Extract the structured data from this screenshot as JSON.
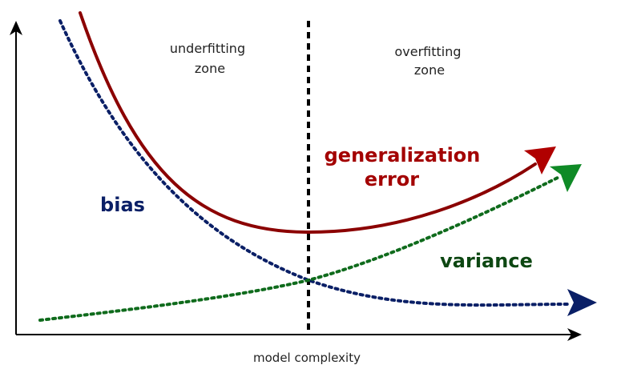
{
  "diagram": {
    "labels": {
      "underfitting_line1": "underfitting",
      "underfitting_line2": "zone",
      "overfitting_line1": "overfitting",
      "overfitting_line2": "zone",
      "generalization_line1": "generalization",
      "generalization_line2": "error",
      "bias": "bias",
      "variance": "variance",
      "x_axis": "model complexity"
    },
    "colors": {
      "axis": "#000000",
      "generalization_error": "#8b0000",
      "generalization_label": "#a30000",
      "bias": "#0a1f66",
      "variance": "#0f6b1c",
      "variance_label": "#0d4712",
      "divider": "#000000"
    },
    "curves": [
      {
        "name": "generalization error",
        "style": "solid",
        "arrow": "right"
      },
      {
        "name": "bias",
        "style": "dotted",
        "arrow": "right"
      },
      {
        "name": "variance",
        "style": "dotted",
        "arrow": "right"
      }
    ],
    "divider_style": "dashed"
  }
}
